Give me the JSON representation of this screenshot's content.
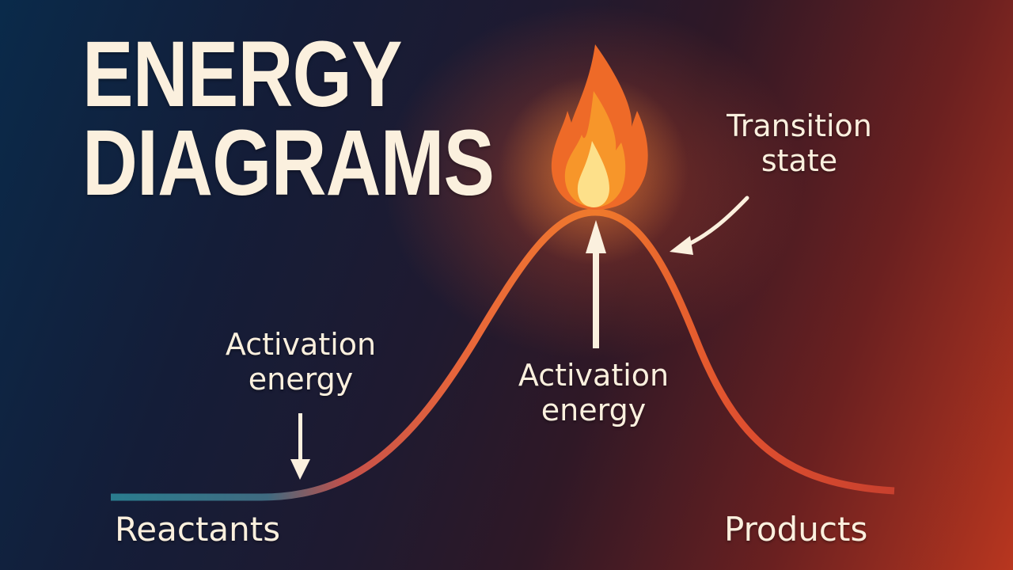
{
  "title": {
    "line1": "ENERGY",
    "line2": "DIAGRAMS"
  },
  "labels": {
    "transition_state": {
      "line1": "Transition",
      "line2": "state"
    },
    "activation_energy_left": {
      "line1": "Activation",
      "line2": "energy"
    },
    "activation_energy_center": {
      "line1": "Activation",
      "line2": "energy"
    },
    "reactants": "Reactants",
    "products": "Products"
  },
  "icons": {
    "flame": "flame-icon",
    "arrows": [
      "arrow-down-icon",
      "arrow-up-icon",
      "curved-arrow-icon"
    ]
  },
  "colors": {
    "text": "#fbf0de",
    "curve_start": "#2a7d8f",
    "curve_mid": "#e2583a",
    "curve_peak": "#f0782c",
    "curve_end": "#d84530",
    "flame_outer": "#ee6a28",
    "flame_mid": "#f7962a",
    "flame_inner": "#fde08a"
  },
  "diagram": {
    "type": "reaction-energy-profile",
    "nodes": [
      "Reactants",
      "Transition state",
      "Products"
    ],
    "annotations": [
      "Activation energy",
      "Activation energy",
      "Transition state"
    ]
  }
}
